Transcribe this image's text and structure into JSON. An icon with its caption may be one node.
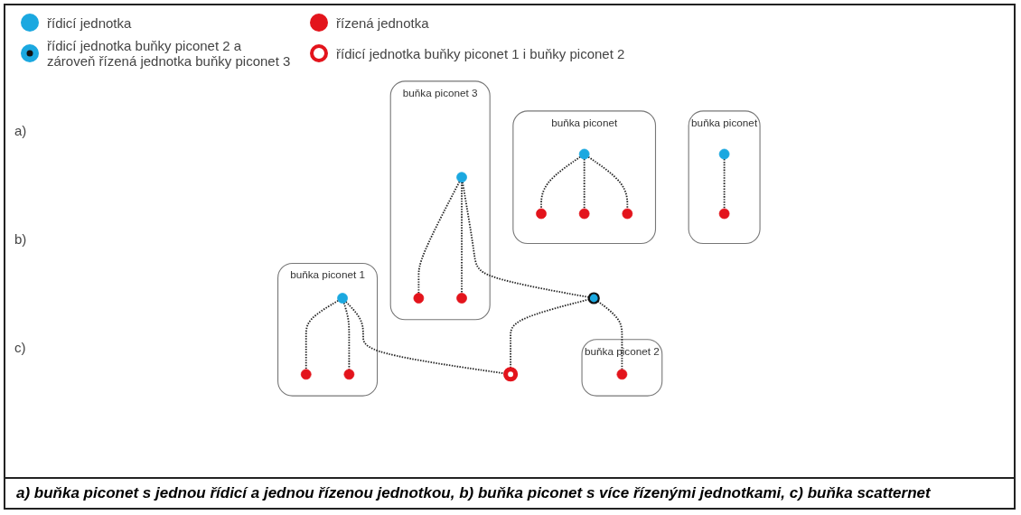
{
  "diagram": {
    "caption": "a) buňka piconet s jednou řídicí a jednou řízenou jednotkou, b) buňka piconet s více řízenými jednotkami, c) buňka scatternet",
    "nodes": [
      {
        "text": [
          "buňka piconet"
        ]
      },
      {
        "text": [],
        "shape": "circle",
        "in": 0
      },
      {
        "text": [],
        "shape": "circle",
        "in": 0
      },
      {
        "text": [
          "buňka piconet"
        ]
      },
      {
        "text": [],
        "shape": "circle",
        "in": 3
      },
      {
        "text": [],
        "shape": "circle",
        "in": 3
      },
      {
        "text": [],
        "shape": "circle",
        "in": 3
      },
      {
        "text": [],
        "shape": "circle",
        "in": 3
      },
      {
        "text": [
          "buňka piconet 3"
        ]
      },
      {
        "text": [],
        "shape": "circle",
        "in": 8
      },
      {
        "text": [],
        "shape": "circle",
        "in": 8
      },
      {
        "text": [],
        "shape": "circle",
        "in": 8
      },
      {
        "text": [],
        "shape": "circle"
      },
      {
        "text": [
          "buňka piconet 2"
        ]
      },
      {
        "text": [],
        "shape": "circle",
        "in": 13
      },
      {
        "text": [],
        "shape": "circle"
      },
      {
        "text": [
          "buňka piconet 1"
        ]
      },
      {
        "text": [],
        "shape": "circle",
        "in": 16
      },
      {
        "text": [],
        "shape": "circle",
        "in": 16
      },
      {
        "text": [],
        "shape": "circle",
        "in": 16
      }
    ],
    "edges": [
      {
        "from": 1,
        "to": 2,
        "arrow": "none",
        "style": "dashed"
      },
      {
        "from": 4,
        "to": 5,
        "arrow": "none",
        "style": "dashed"
      },
      {
        "from": 4,
        "to": 6,
        "arrow": "none",
        "style": "dashed"
      },
      {
        "from": 4,
        "to": 7,
        "arrow": "none",
        "style": "dashed"
      },
      {
        "from": 11,
        "to": 9,
        "arrow": "none",
        "style": "dashed"
      },
      {
        "from": 11,
        "to": 10,
        "arrow": "none",
        "style": "dashed"
      },
      {
        "from": 11,
        "to": 12,
        "arrow": "none",
        "style": "dashed"
      },
      {
        "from": 12,
        "to": 14,
        "arrow": "none",
        "style": "dashed"
      },
      {
        "from": 12,
        "to": 15,
        "arrow": "none",
        "style": "dashed"
      },
      {
        "from": 17,
        "to": 15,
        "arrow": "none",
        "style": "dashed"
      },
      {
        "from": 17,
        "to": 18,
        "arrow": "none",
        "style": "dashed"
      },
      {
        "from": 17,
        "to": 19,
        "arrow": "none",
        "style": "dashed"
      }
    ],
    "labels": [
      "a)",
      "b)",
      "c)"
    ],
    "legend": [
      {
        "text": "řídicí jednotka",
        "color": "#1ba8e0"
      },
      {
        "text": "řízená jednotka",
        "color": "#e3141c"
      },
      {
        "text": "řídicí jednotka buňky piconet 2 a zároveň řízená jednotka buňky piconet 3"
      },
      {
        "text": "řídicí jednotka buňky piconet 1 i buňky piconet 2"
      }
    ]
  }
}
